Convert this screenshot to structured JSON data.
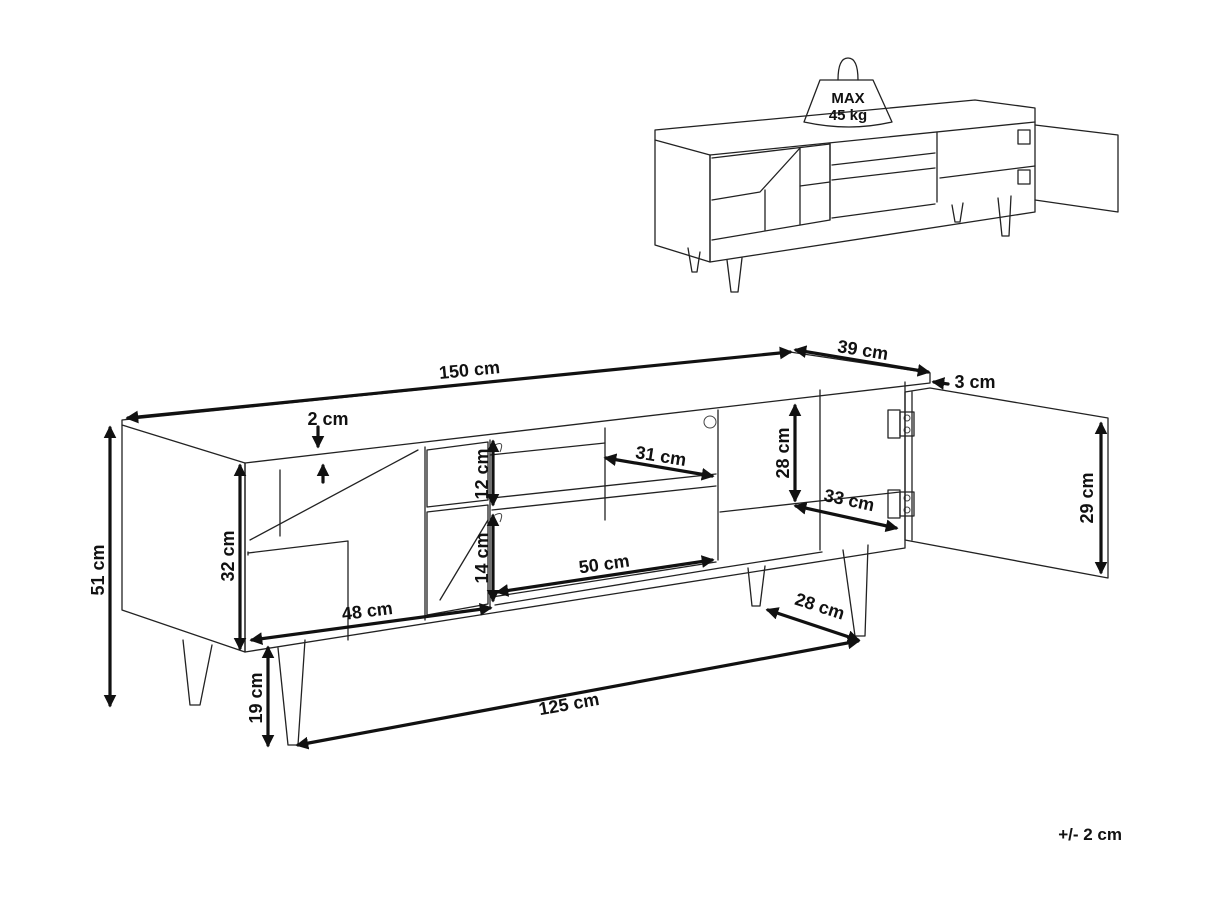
{
  "weight": {
    "line1": "MAX",
    "line2": "45 kg"
  },
  "dimensions": {
    "total_width": "150 cm",
    "depth": "39 cm",
    "top_thickness": "3 cm",
    "panel_inset": "2 cm",
    "total_height": "51 cm",
    "drawer_height": "32 cm",
    "drawer_width": "48 cm",
    "upper_shelf_height": "12 cm",
    "lower_shelf_height": "14 cm",
    "shelf_depth": "31 cm",
    "shelf_width": "50 cm",
    "cabinet_height": "28 cm",
    "cabinet_width": "33 cm",
    "door_height": "29 cm",
    "leg_depth_span": "28 cm",
    "leg_height": "19 cm",
    "leg_width_span": "125 cm"
  },
  "tolerance": "+/- 2 cm"
}
